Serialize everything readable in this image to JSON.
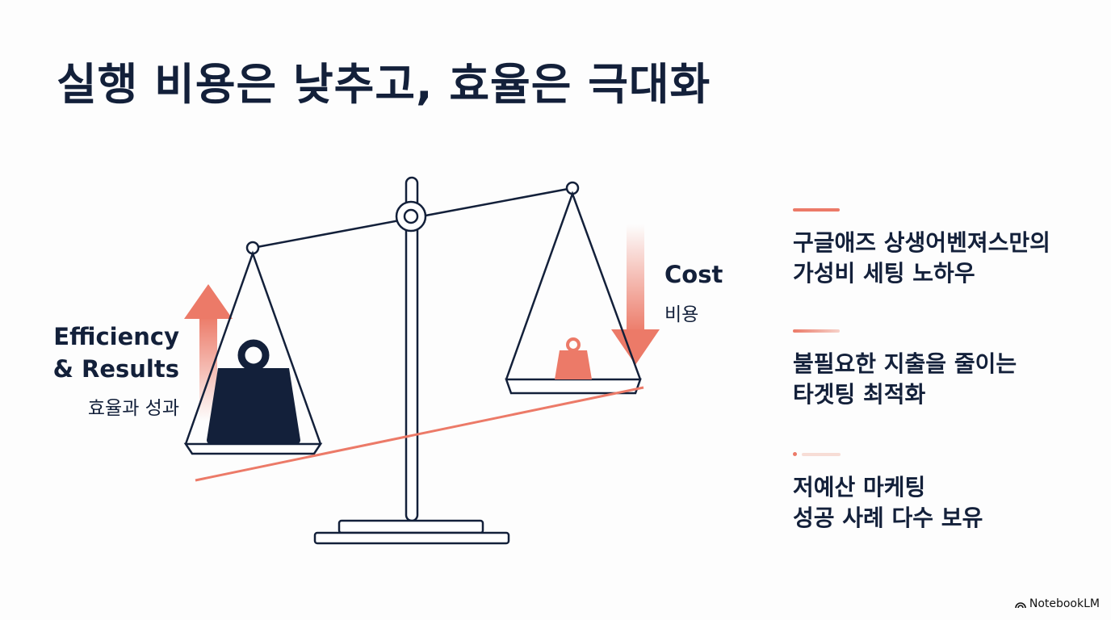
{
  "title": "실행 비용은 낮추고, 효율은 극대화",
  "scale": {
    "left_label_line1": "Efficiency",
    "left_label_line2": "& Results",
    "left_sub": "효율과 성과",
    "right_label": "Cost",
    "right_sub": "비용"
  },
  "points": [
    {
      "line1": "구글애즈 상생어벤져스만의",
      "line2": "가성비 세팅 노하우"
    },
    {
      "line1": "불필요한 지출을 줄이는",
      "line2": "타겟팅 최적화"
    },
    {
      "line1": "저예산 마케팅",
      "line2": "성공 사례 다수 보유"
    }
  ],
  "colors": {
    "accent": "#ec7a68",
    "navy": "#13203a"
  },
  "brand": "NotebookLM"
}
